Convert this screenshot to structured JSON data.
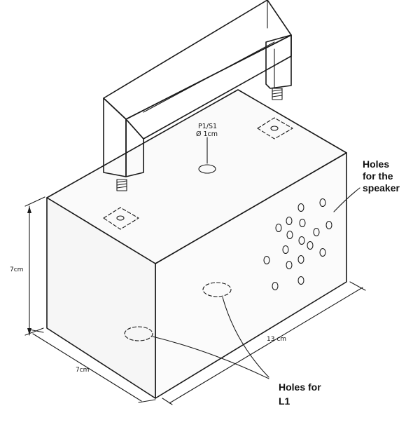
{
  "labels": {
    "switch_ref": "P1/S1",
    "switch_dia": "Ø 1cm",
    "speaker_line1": "Holes",
    "speaker_line2": "for the",
    "speaker_line3": "speaker",
    "coil_line1": "Holes for",
    "coil_line2": "L1"
  },
  "dimensions": {
    "height": "7cm",
    "depth": "7cm",
    "length": "13 cm"
  }
}
